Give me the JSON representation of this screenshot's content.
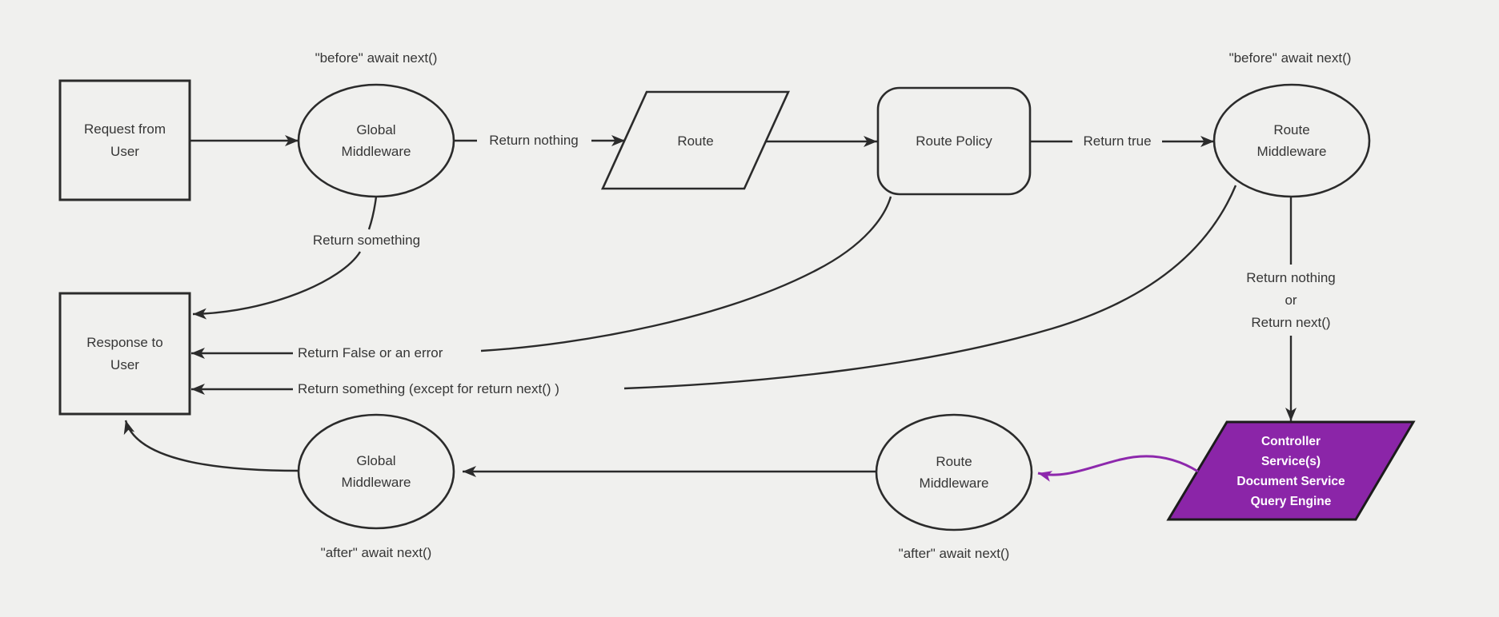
{
  "diagram": {
    "colors": {
      "background": "#f0f0ee",
      "stroke": "#2b2b2b",
      "text": "#363636",
      "purple_fill": "#8b25a8",
      "purple_stroke": "#8d28ac"
    },
    "nodes": {
      "request": {
        "shape": "rectangle",
        "line1": "Request from",
        "line2": "User"
      },
      "global_middleware_top": {
        "shape": "ellipse",
        "line1": "Global",
        "line2": "Middleware"
      },
      "route": {
        "shape": "parallelogram",
        "label": "Route"
      },
      "route_policy": {
        "shape": "rounded-rectangle",
        "label": "Route Policy"
      },
      "route_middleware_top": {
        "shape": "ellipse",
        "line1": "Route",
        "line2": "Middleware"
      },
      "controller_services": {
        "shape": "parallelogram",
        "line1": "Controller",
        "line2": "Service(s)",
        "line3": "Document Service",
        "line4": "Query Engine"
      },
      "route_middleware_bottom": {
        "shape": "ellipse",
        "line1": "Route",
        "line2": "Middleware"
      },
      "global_middleware_bottom": {
        "shape": "ellipse",
        "line1": "Global",
        "line2": "Middleware"
      },
      "response": {
        "shape": "rectangle",
        "line1": "Response to",
        "line2": "User"
      }
    },
    "edge_labels": {
      "before_await_left": "\"before\" await next()",
      "before_await_right": "\"before\" await next()",
      "return_nothing": "Return nothing",
      "return_true": "Return true",
      "return_something": "Return something",
      "return_false_or_error": "Return False or an error",
      "return_something_except": "Return something (except for return next() )",
      "return_nothing_or": {
        "line1": "Return nothing",
        "line2": "or",
        "line3": "Return next()"
      },
      "after_await_left": "\"after\" await next()",
      "after_await_right": "\"after\" await next()"
    }
  }
}
